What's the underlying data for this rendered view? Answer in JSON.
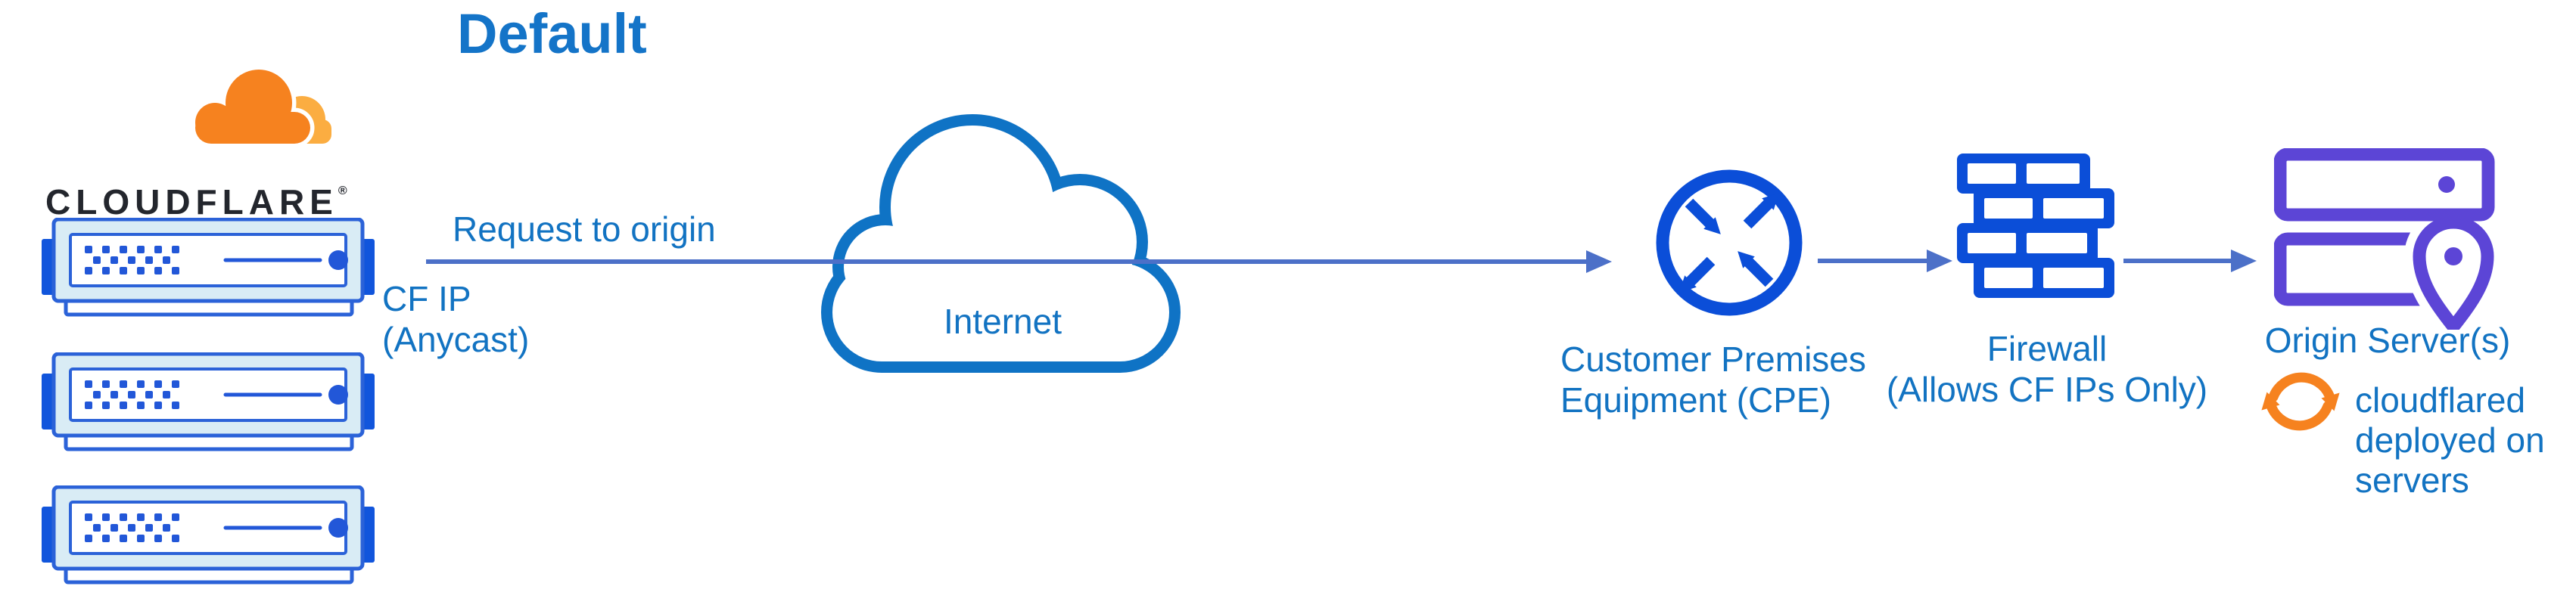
{
  "title": "Default",
  "palette": {
    "title_blue": "#1474c8",
    "label_blue": "#1273c2",
    "arrow_blue": "#4c70c8",
    "icon_blue": "#0b4ed8",
    "server_outline_blue": "#2b62d8",
    "server_detail_blue": "#2257d8",
    "server_tab_blue": "#1155dc",
    "server_light_fill": "#d9ecf5",
    "cloud_outline_blue": "#0f73c5",
    "origin_purple": "#5c45d6",
    "cloudflare_orange": "#f6821f",
    "cloudflare_light_orange": "#fbad41",
    "wordmark_dark": "#23262d"
  },
  "cloudflare_node": {
    "wordmark": "CLOUDFLARE",
    "registered_mark": "®"
  },
  "request_arrow": {
    "label": "Request to origin",
    "sublabel_line1": "CF IP",
    "sublabel_line2": "(Anycast)"
  },
  "internet_node": {
    "label": "Internet"
  },
  "cpe_node": {
    "label_line1": "Customer Premises",
    "label_line2": "Equipment (CPE)"
  },
  "firewall_node": {
    "label_line1": "Firewall",
    "label_line2": "(Allows CF IPs Only)"
  },
  "origin_node": {
    "label": "Origin Server(s)",
    "note_line1": "cloudflared",
    "note_line2": "deployed on",
    "note_line3": "servers"
  }
}
